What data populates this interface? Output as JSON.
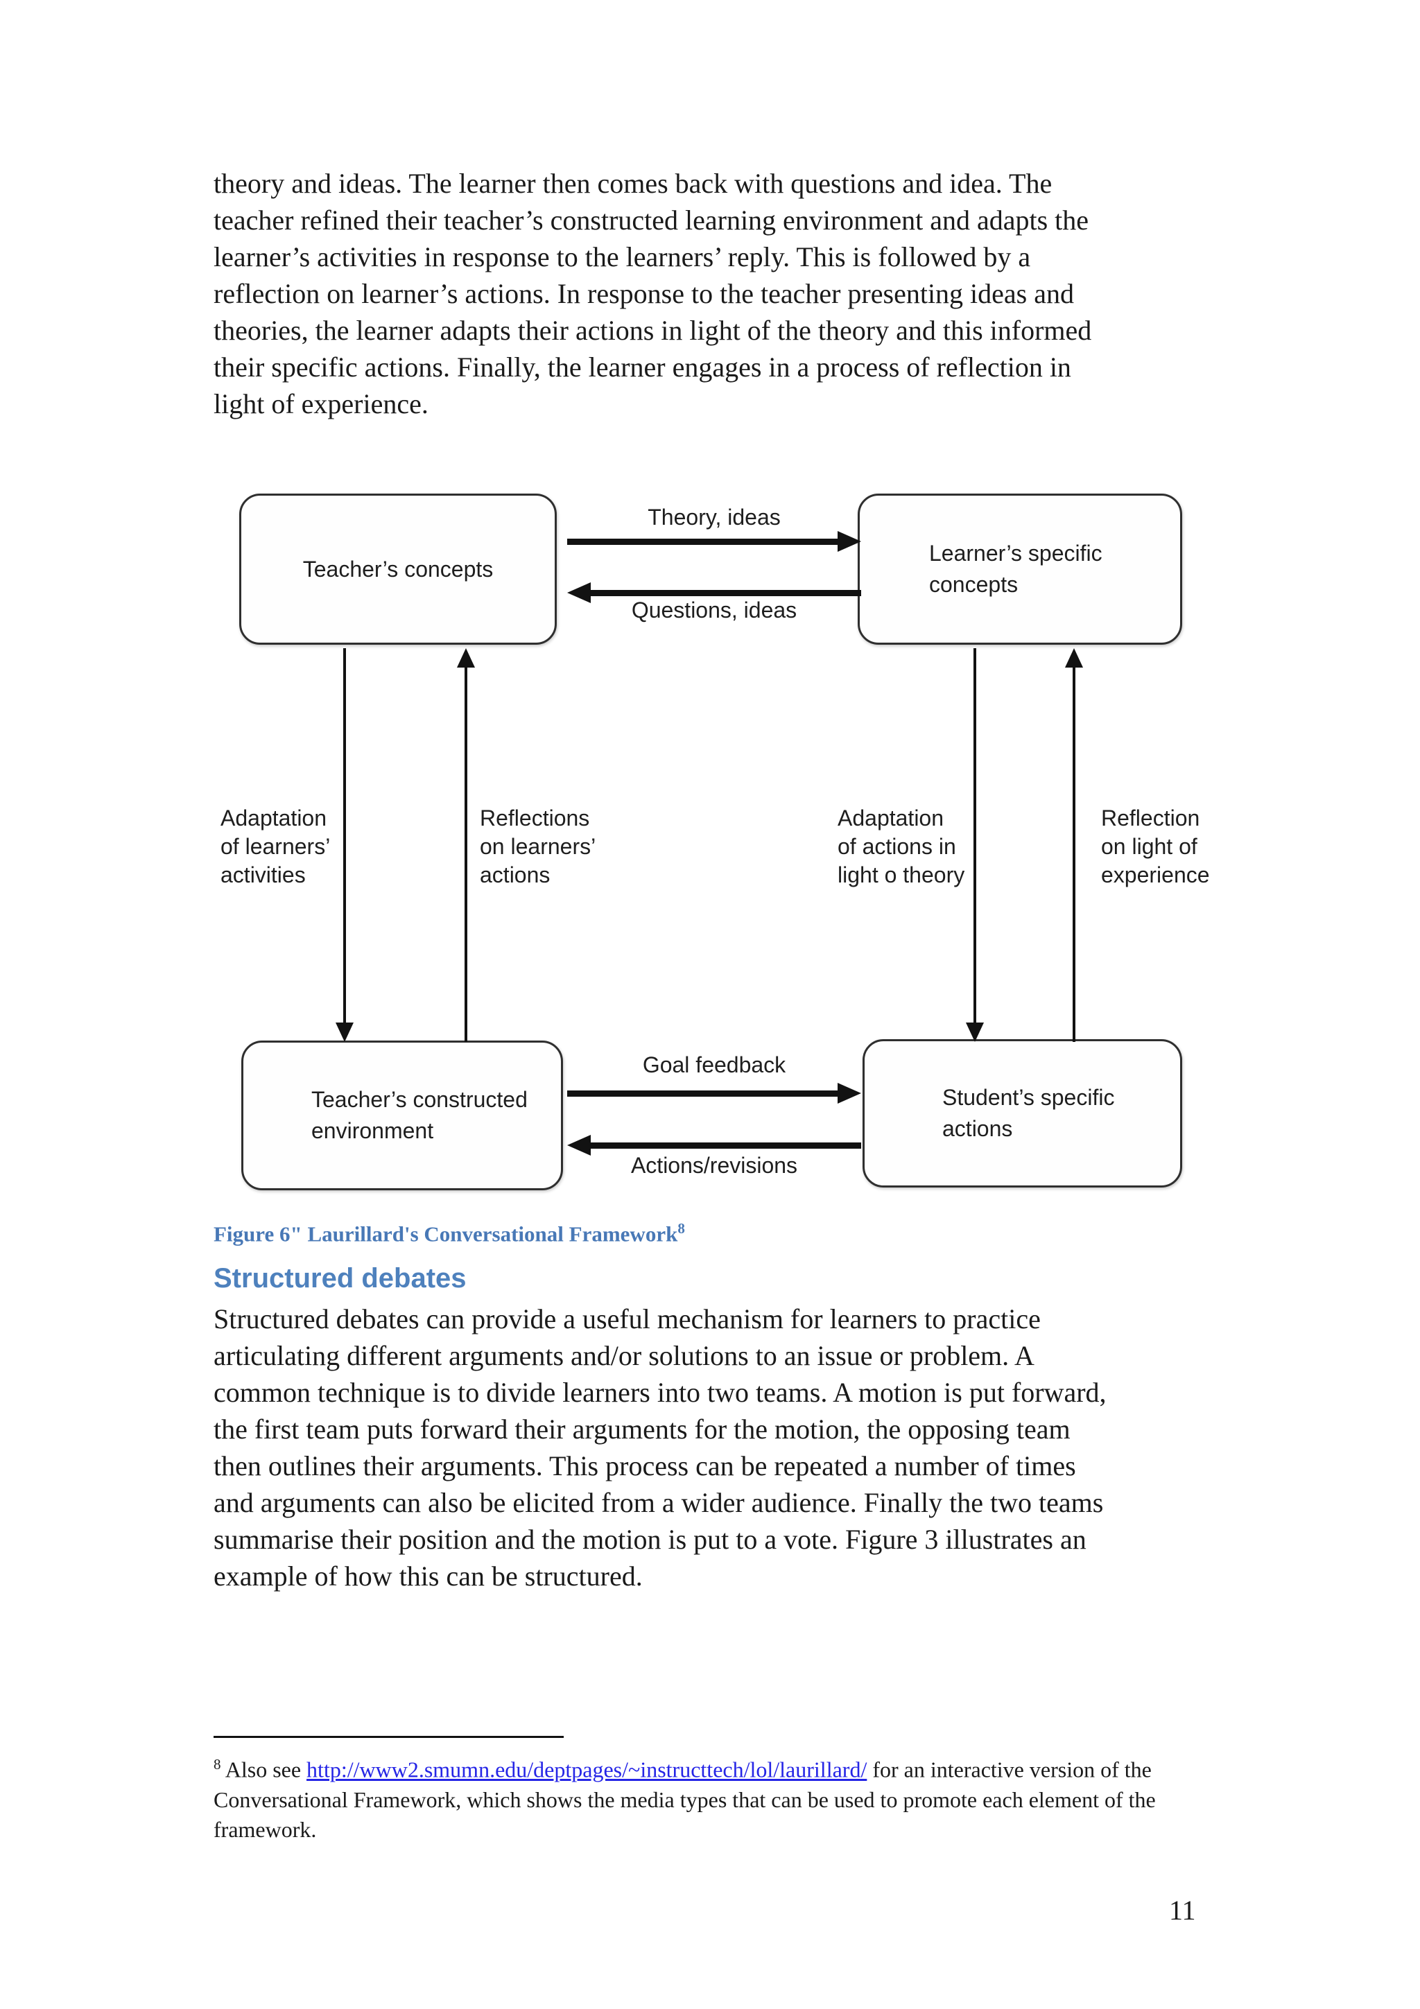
{
  "intro_paragraph": "theory and ideas. The learner then comes back with questions and idea. The\nteacher refined their teacher’s constructed learning environment and adapts the\nlearner’s activities in response to the learners’ reply. This is followed by a\nreflection on learner’s actions. In response to the teacher presenting ideas and\ntheories, the learner adapts their actions in light of the theory and this informed\ntheir specific actions. Finally, the learner engages in a process of reflection in\nlight of experience.",
  "diagram": {
    "boxes": [
      {
        "label": "Teacher’s concepts"
      },
      {
        "label": "Learner’s specific\nconcepts"
      },
      {
        "label": "Teacher’s constructed\nenvironment"
      },
      {
        "label": "Student’s specific\nactions"
      }
    ],
    "arrows": {
      "theory": {
        "label": "Theory, ideas",
        "direction": "right"
      },
      "questions": {
        "label": "Questions, ideas",
        "direction": "left"
      },
      "goal": {
        "label": "Goal feedback",
        "direction": "right"
      },
      "actions": {
        "label": "Actions/revisions",
        "direction": "left"
      },
      "left_down": {
        "label": "Adaptation\nof learners’\nactivities",
        "direction": "down"
      },
      "left_up": {
        "label": "Reflections\non learners’\nactions",
        "direction": "up"
      },
      "right_down": {
        "label": "Adaptation\nof actions in\nlight o theory",
        "direction": "down"
      },
      "right_up": {
        "label": "Reflection\non light of\nexperience",
        "direction": "up"
      }
    }
  },
  "caption": {
    "text": "Figure 6\" Laurillard's Conversational Framework",
    "footnote_ref": "8"
  },
  "section": {
    "heading": "Structured debates",
    "body": "Structured debates can provide a useful mechanism for learners to practice\narticulating different arguments and/or solutions to an issue or problem. A\ncommon technique is to divide learners into two teams. A motion is put forward,\nthe first team puts forward their arguments for the motion, the opposing team\nthen outlines their arguments. This process can be repeated a number of times\nand arguments can also be elicited from a wider audience. Finally the two teams\nsummarise their position and the motion is put to a vote. Figure 3 illustrates an\nexample of how this can be structured."
  },
  "footnote": {
    "ref": "8",
    "before_link": " Also see ",
    "link_text": "http://www2.smumn.edu/deptpages/~instructtech/lol/laurillard/",
    "after_link": " for an interactive version of the Conversational Framework, which shows the media types that can be used to promote each element of the framework."
  },
  "page_number": "11",
  "colors": {
    "heading_blue": "#4e81bd",
    "caption_blue": "#4878b6",
    "link_blue": "#2525e6",
    "body_text": "#1a1a1a"
  }
}
